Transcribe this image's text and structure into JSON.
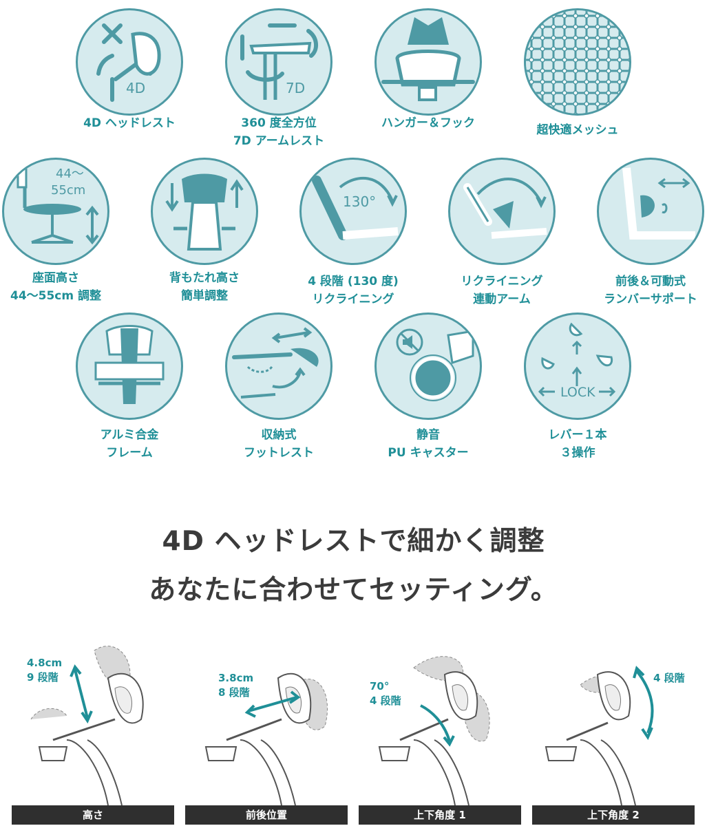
{
  "colors": {
    "teal": "#1f8f97",
    "circle_fill": "#d6ebee",
    "circle_stroke": "#4e9aa4",
    "headline": "#3b3b3b",
    "bar": "#2f2f2f"
  },
  "features": [
    {
      "icon": "headrest-4d-icon",
      "label": "4D ヘッドレスト",
      "icon_text": "4D"
    },
    {
      "icon": "armrest-7d-icon",
      "label": "360 度全方位\n7D アームレスト",
      "icon_text": "7D"
    },
    {
      "icon": "hanger-hook-icon",
      "label": "ハンガー＆フック"
    },
    {
      "icon": "mesh-icon",
      "label": "超快適メッシュ"
    },
    {
      "icon": "seat-height-icon",
      "label": "座面高さ\n44〜55cm 調整",
      "icon_text": "44〜\n55cm"
    },
    {
      "icon": "backrest-height-icon",
      "label": "背もたれ高さ\n簡単調整"
    },
    {
      "icon": "recline-130-icon",
      "label": "4 段階 (130 度)\nリクライニング",
      "icon_text": "130°"
    },
    {
      "icon": "recline-arm-icon",
      "label": "リクライニング\n連動アーム"
    },
    {
      "icon": "lumbar-support-icon",
      "label": "前後＆可動式\nランバーサポート"
    },
    {
      "icon": "aluminum-frame-icon",
      "label": "アルミ合金\nフレーム"
    },
    {
      "icon": "footrest-icon",
      "label": "収納式\nフットレスト"
    },
    {
      "icon": "silent-caster-icon",
      "label": "静音\nPU キャスター"
    },
    {
      "icon": "lever-lock-icon",
      "label": "レバー１本\n３操作",
      "icon_text": "LOCK"
    }
  ],
  "headline": {
    "line1": "4D ヘッドレストで細かく調整",
    "line2": "あなたに合わせてセッティング。"
  },
  "panels": [
    {
      "icon": "headrest-height-icon",
      "note": "4.8cm\n9 段階",
      "caption": "高さ"
    },
    {
      "icon": "headrest-depth-icon",
      "note": "3.8cm\n8 段階",
      "caption": "前後位置"
    },
    {
      "icon": "headrest-angle-1-icon",
      "note": "70°\n4 段階",
      "caption": "上下角度 1"
    },
    {
      "icon": "headrest-angle-2-icon",
      "note": "4 段階",
      "caption": "上下角度 2"
    }
  ]
}
